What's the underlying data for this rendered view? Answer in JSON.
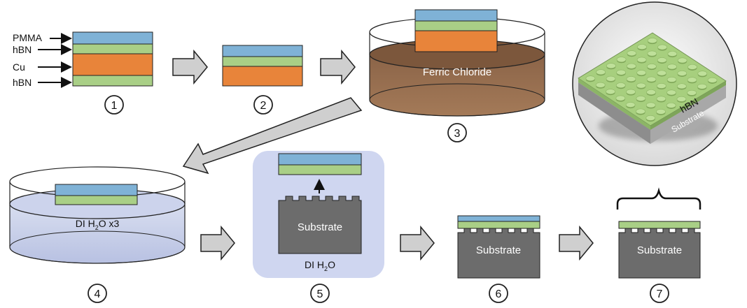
{
  "colors": {
    "pmma": "#7fb2d6",
    "hbn": "#a9cf86",
    "cu": "#e8843a",
    "ferric": "#8f6545",
    "water": "#c3cbe6",
    "substrate": "#6c6c6c",
    "arrow_fill": "#cfcfcf",
    "outline": "#222222"
  },
  "layer_labels": [
    "PMMA",
    "hBN",
    "Cu",
    "hBN"
  ],
  "solutions": {
    "ferric_chloride": "Ferric Chloride",
    "di_water_base": "DI H",
    "di_water_sub": "2",
    "di_water_suffix": "O x3",
    "di_water_short_suffix": "O"
  },
  "substrate_label": "Substrate",
  "inset_labels": {
    "hbn": "hBN",
    "substrate": "Substrate"
  },
  "steps": [
    "1",
    "2",
    "3",
    "4",
    "5",
    "6",
    "7"
  ]
}
